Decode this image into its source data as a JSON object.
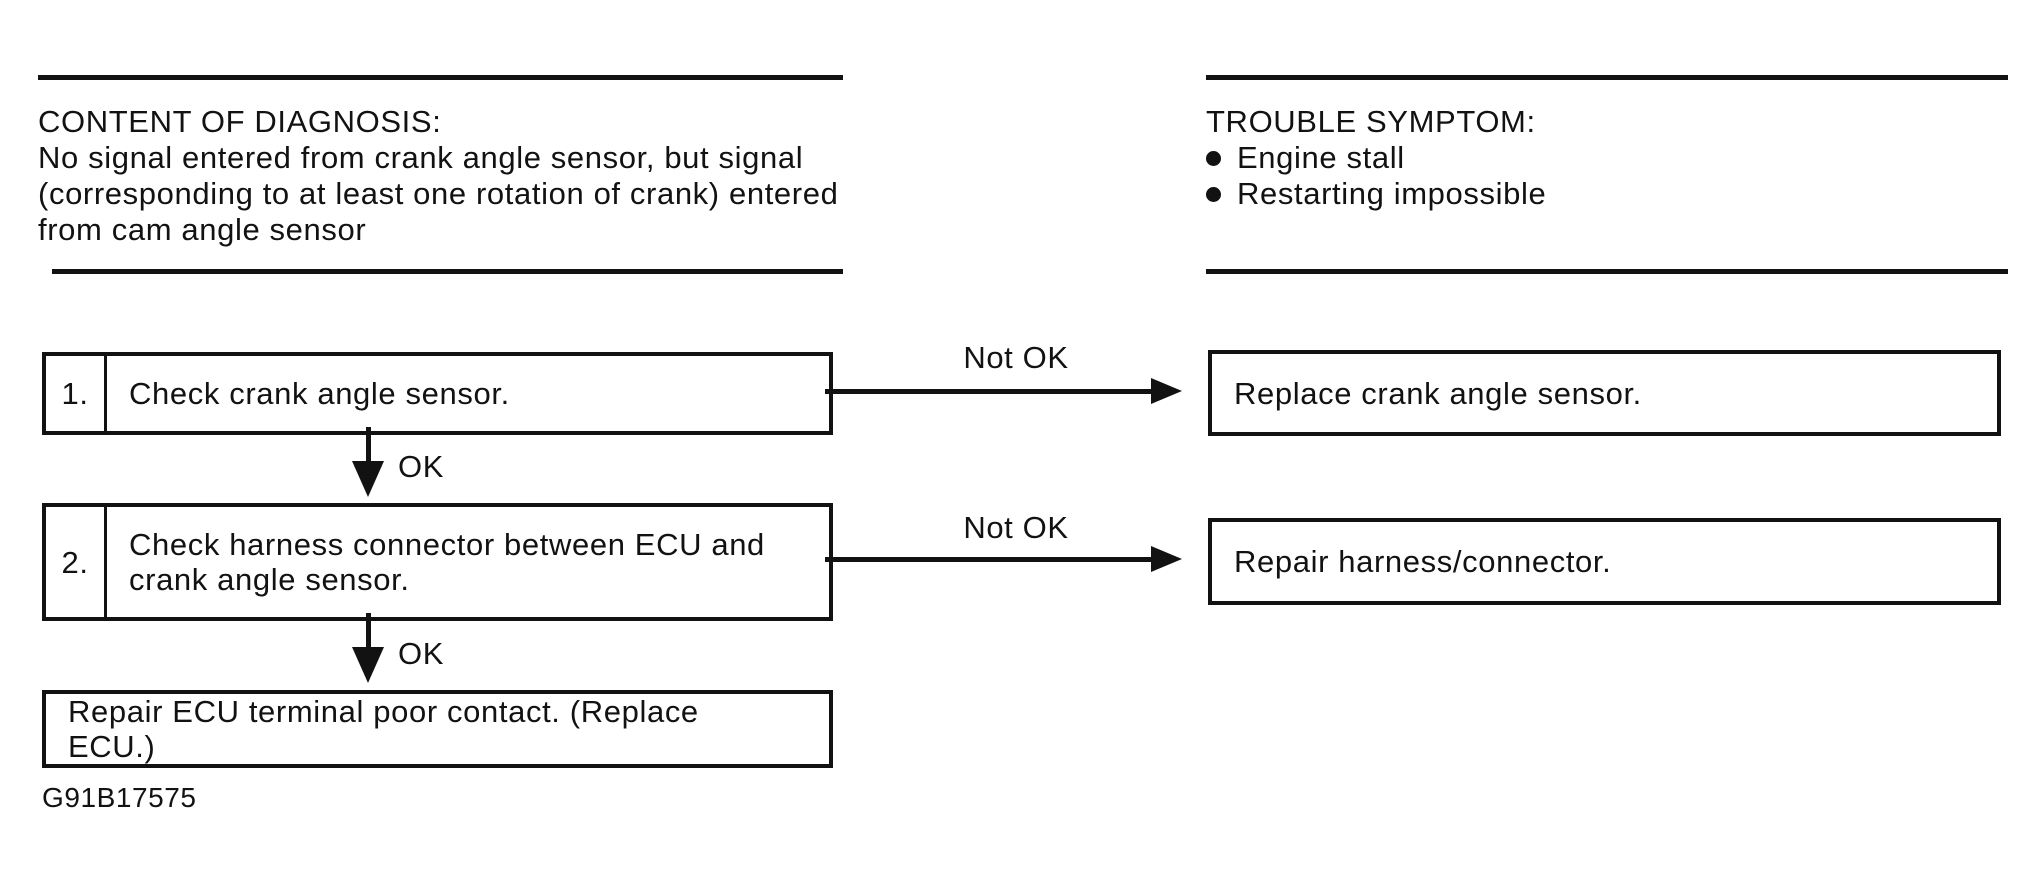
{
  "colors": {
    "ink": "#121212",
    "background": "#ffffff"
  },
  "content_of_diagnosis": {
    "title": "CONTENT OF DIAGNOSIS:",
    "lines": [
      "No signal entered from crank angle sensor, but signal",
      "(corresponding to at least one rotation of crank) entered",
      "from cam angle sensor"
    ]
  },
  "trouble_symptom": {
    "title": "TROUBLE SYMPTOM:",
    "bullets": [
      "Engine stall",
      "Restarting impossible"
    ]
  },
  "flowchart": {
    "steps": [
      {
        "number": "1.",
        "text": "Check crank angle sensor.",
        "not_ok_label": "Not OK",
        "not_ok_action": "Replace crank angle sensor.",
        "ok_label": "OK"
      },
      {
        "number": "2.",
        "text": "Check harness connector between ECU and crank angle sensor.",
        "not_ok_label": "Not OK",
        "not_ok_action": "Repair harness/connector.",
        "ok_label": "OK"
      }
    ],
    "final": "Repair ECU terminal poor contact. (Replace ECU.)"
  },
  "figure_code": "G91B17575"
}
